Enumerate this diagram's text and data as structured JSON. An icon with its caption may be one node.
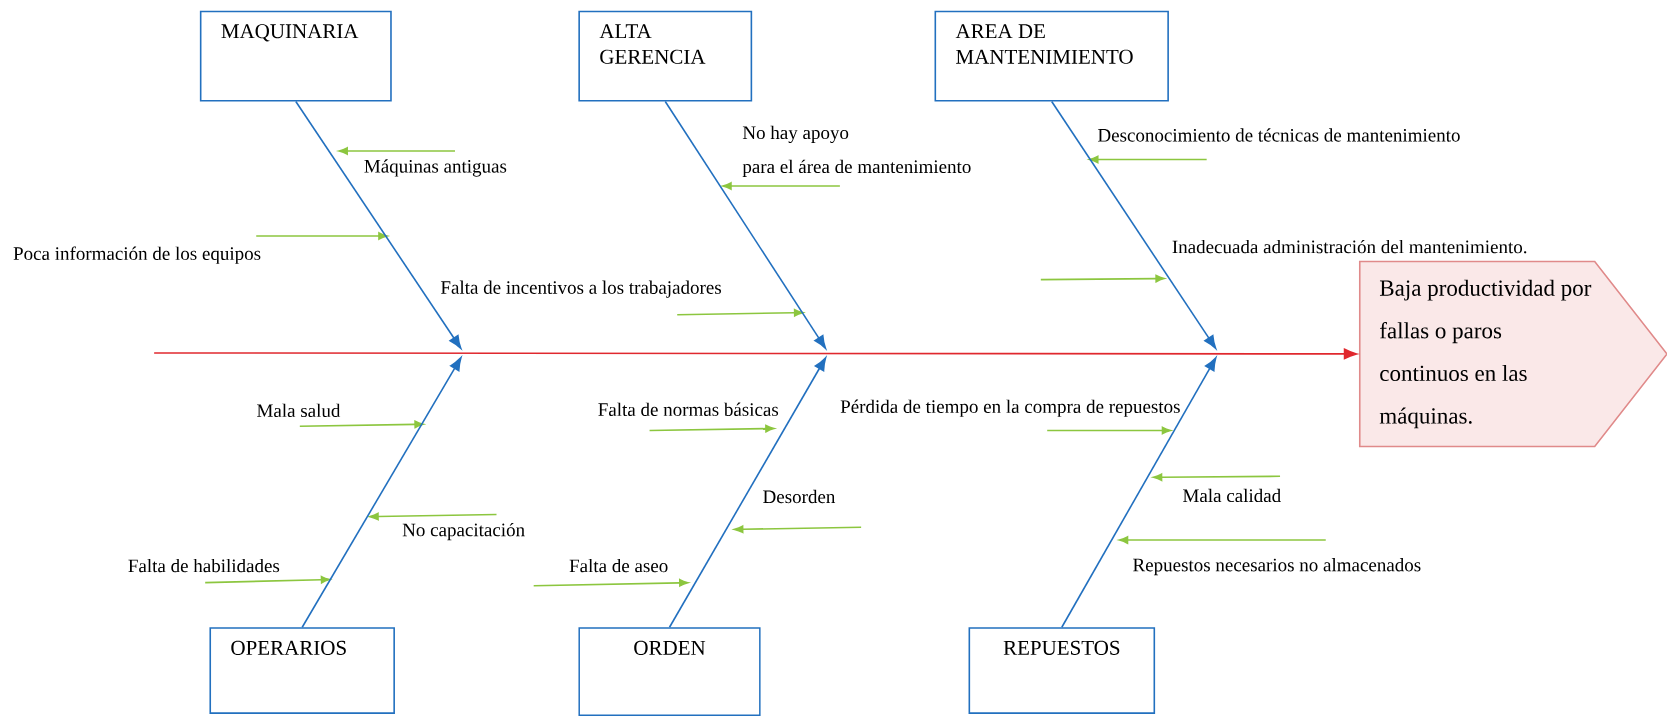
{
  "diagram": {
    "nodes": [
      {
        "text": [
          "MAQUINARIA"
        ]
      },
      {
        "text": [
          "ALTA GERENCIA"
        ]
      },
      {
        "text": [
          "AREA DE MANTENIMIENTO"
        ]
      },
      {
        "text": [
          "Baja productividad por fallas o paros continuos en las máquinas."
        ]
      },
      {
        "text": [
          "OPERARIOS"
        ]
      },
      {
        "text": [
          "ORDEN"
        ]
      },
      {
        "text": [
          "REPUESTOS"
        ]
      }
    ],
    "edges": [
      {
        "from": 0,
        "to": null,
        "arrow": "to",
        "color": "#2270bf"
      },
      {
        "from": 1,
        "to": null,
        "arrow": "to",
        "color": "#2270bf"
      },
      {
        "from": 2,
        "to": null,
        "arrow": "to",
        "color": "#2270bf"
      },
      {
        "from": 4,
        "to": null,
        "arrow": "to",
        "color": "#2270bf"
      },
      {
        "from": 5,
        "to": null,
        "arrow": "to",
        "color": "#2270bf"
      },
      {
        "from": 6,
        "to": null,
        "arrow": "to",
        "color": "#2270bf"
      },
      {
        "from": null,
        "to": 3,
        "arrow": "to",
        "color": "#e0282e"
      }
    ],
    "labels": [
      "No hay apoyo para el área de mantenimiento",
      "Desconocimiento de técnicas de mantenimiento",
      "Máquinas antiguas",
      "Poca información de los equipos",
      "Inadecuada administración del mantenimiento.",
      "Falta de incentivos a los trabajadores",
      "Pérdida de tiempo en la compra de repuestos",
      "Falta de normas básicas",
      "Mala salud",
      "Mala calidad",
      "Desorden",
      "No capacitación",
      "Falta de habilidades",
      "Falta de aseo",
      "Repuestos necesarios no almacenados"
    ]
  }
}
